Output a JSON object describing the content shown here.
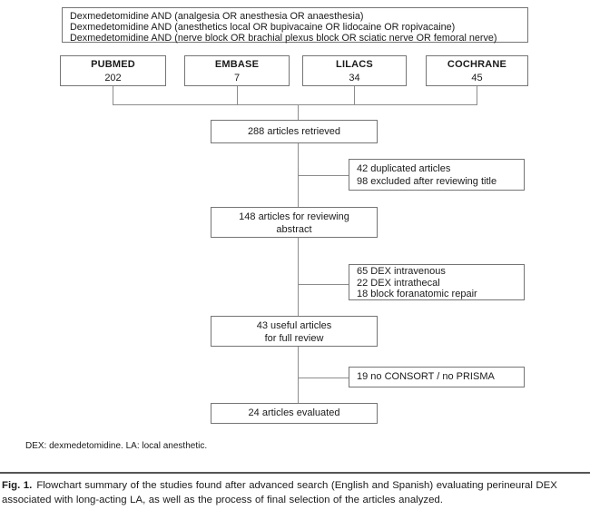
{
  "figure": {
    "search_queries": {
      "lines": [
        "Dexmedetomidine AND (analgesia OR anesthesia OR anaesthesia)",
        "Dexmedetomidine AND (anesthetics local OR bupivacaine OR lidocaine OR ropivacaine)",
        "Dexmedetomidine AND (nerve block OR brachial plexus block OR sciatic nerve OR femoral nerve)"
      ]
    },
    "databases": [
      {
        "name": "PUBMED",
        "count": "202"
      },
      {
        "name": "EMBASE",
        "count": "7"
      },
      {
        "name": "LILACS",
        "count": "34"
      },
      {
        "name": "COCHRANE",
        "count": "45"
      }
    ],
    "flow": {
      "retrieved": "288 articles retrieved",
      "reviewing_abstract": {
        "line1": "148 articles for reviewing",
        "line2": "abstract"
      },
      "full_review": {
        "line1": "43 useful articles",
        "line2": "for full review"
      },
      "evaluated": "24 articles evaluated"
    },
    "exclusions": [
      {
        "lines": [
          "42 duplicated articles",
          "98 excluded after reviewing title"
        ]
      },
      {
        "lines": [
          "65 DEX intravenous",
          "22 DEX intrathecal",
          "18 block foranatomic repair"
        ]
      },
      {
        "lines": [
          "19 no CONSORT / no PRISMA"
        ]
      }
    ],
    "footnote": "DEX: dexmedetomidine. LA: local anesthetic.",
    "caption": {
      "label": "Fig. 1.",
      "line1": "Flowchart summary of the studies found after advanced search (English and Spanish) evaluating perineural DEX",
      "line2": "associated with long-acting LA, as well as the process of final selection of the articles analyzed."
    },
    "colors": {
      "connector_line": "#8c8c8c",
      "box_border": "#757575",
      "rule": "#555555",
      "text": "#1a1a1a",
      "background": "#ffffff"
    }
  }
}
